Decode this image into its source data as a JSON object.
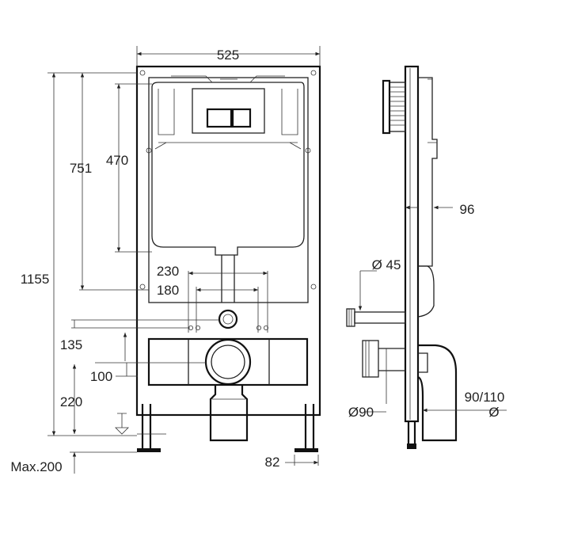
{
  "front_view": {
    "width": "525",
    "height_total": "1155",
    "height_751": "751",
    "height_470": "470",
    "spacing_230": "230",
    "spacing_180": "180",
    "dim_135": "135",
    "dim_100": "100",
    "dim_220": "220",
    "max_200": "Max.200",
    "foot_82": "82"
  },
  "side_view": {
    "depth_96": "96",
    "dia_45": "Ø 45",
    "dia_90": "Ø90",
    "dia_90_110": "90/110",
    "dia_symbol": "Ø"
  }
}
